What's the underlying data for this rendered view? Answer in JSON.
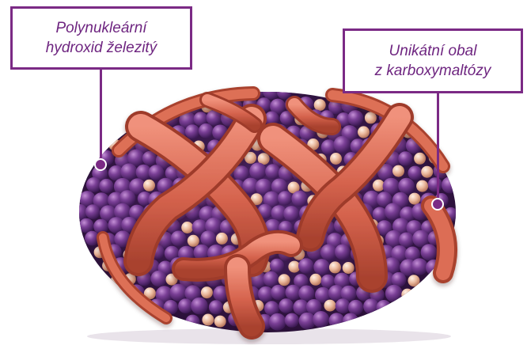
{
  "labels": {
    "left": {
      "line1": "Polynukleární",
      "line2": "hydroxid železitý"
    },
    "right": {
      "line1": "Unikátní obal",
      "line2": "z karboxymaltózy"
    }
  },
  "colors": {
    "accent": "#7b2a85",
    "core_purple": "#6b3a8c",
    "core_peach": "#e9b59a",
    "shell_red": "#d8664f"
  }
}
